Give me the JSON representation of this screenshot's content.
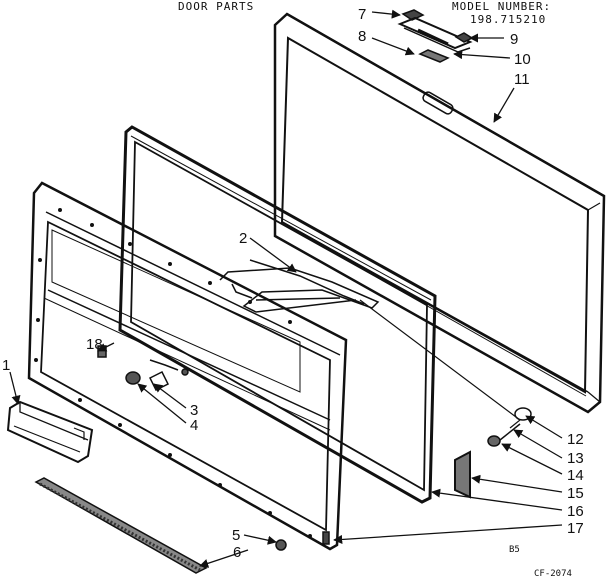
{
  "header": {
    "title": "DOOR PARTS",
    "model_label": "MODEL NUMBER:",
    "model_number": "198.715210"
  },
  "callouts": [
    "1",
    "2",
    "3",
    "4",
    "5",
    "6",
    "7",
    "8",
    "9",
    "10",
    "11",
    "12",
    "13",
    "14",
    "15",
    "16",
    "17",
    "18"
  ],
  "footer": {
    "page_code": "B5",
    "drawing_code": "CF-2074"
  }
}
